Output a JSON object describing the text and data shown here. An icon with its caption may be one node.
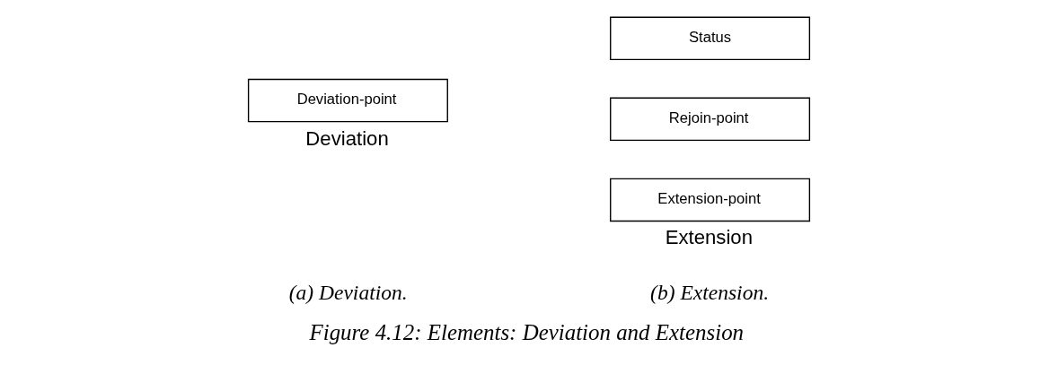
{
  "diagram": {
    "caption": "Figure 4.12: Elements: Deviation and Extension",
    "nodes": [
      {
        "text": [
          "Deviation-point"
        ],
        "beside": [
          "Deviation"
        ]
      },
      {
        "text": [
          "Status"
        ]
      },
      {
        "text": [
          "Rejoin-point"
        ]
      },
      {
        "text": [
          "Extension-point"
        ],
        "beside": [
          "Extension"
        ]
      }
    ],
    "edges": [],
    "labels": [
      "(a) Deviation.",
      "(b) Extension."
    ]
  }
}
